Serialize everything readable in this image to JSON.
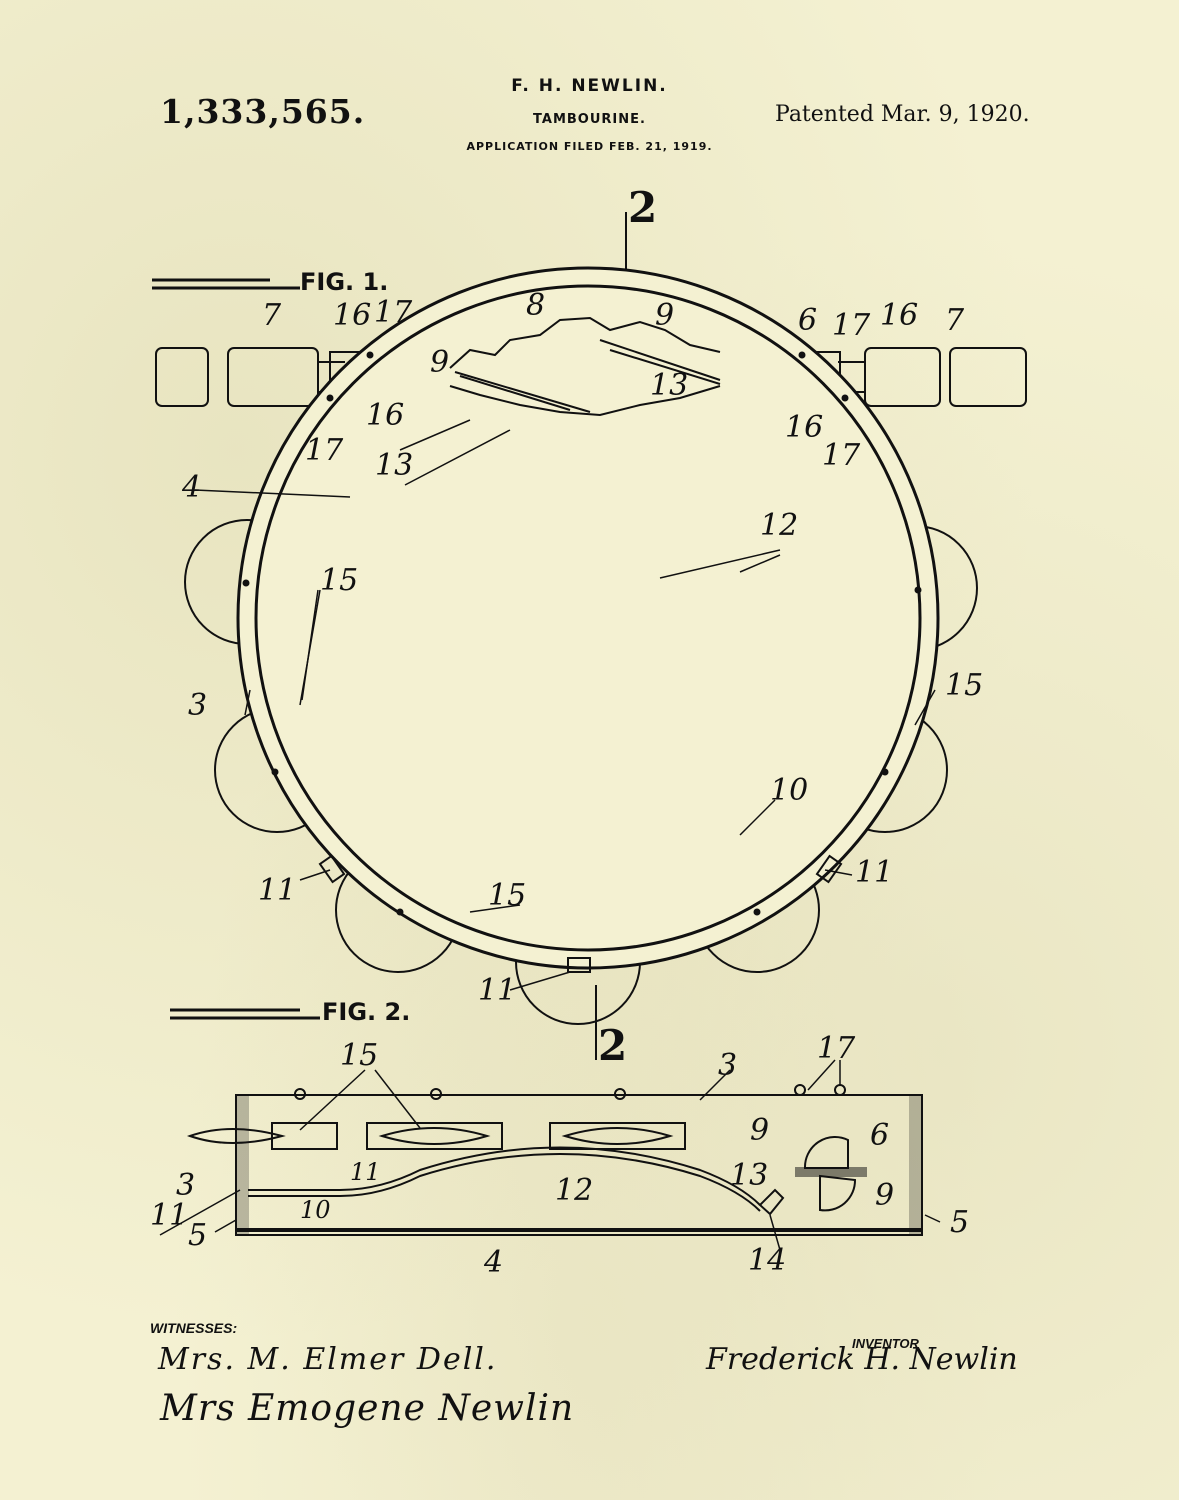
{
  "header": {
    "patent_number": "1,333,565.",
    "inventor": "F. H. NEWLIN.",
    "title": "TAMBOURINE.",
    "application": "APPLICATION FILED FEB. 21, 1919.",
    "patented": "Patented Mar. 9, 1920."
  },
  "figures": {
    "fig1_label": "FIG. 1.",
    "fig2_label": "FIG. 2."
  },
  "labels": {
    "n2": "2",
    "n3": "3",
    "n4": "4",
    "n5": "5",
    "n6": "6",
    "n7": "7",
    "n8": "8",
    "n9": "9",
    "n10": "10",
    "n11": "11",
    "n12": "12",
    "n13": "13",
    "n14": "14",
    "n15": "15",
    "n16": "16",
    "n17": "17"
  },
  "footer": {
    "witnesses_label": "WITNESSES:",
    "inventor_label": "INVENTOR",
    "witness_1": "Mrs. M. Elmer Dell.",
    "witness_2": "Mrs Emogene Newlin",
    "inventor_signature": "Frederick H. Newlin"
  }
}
